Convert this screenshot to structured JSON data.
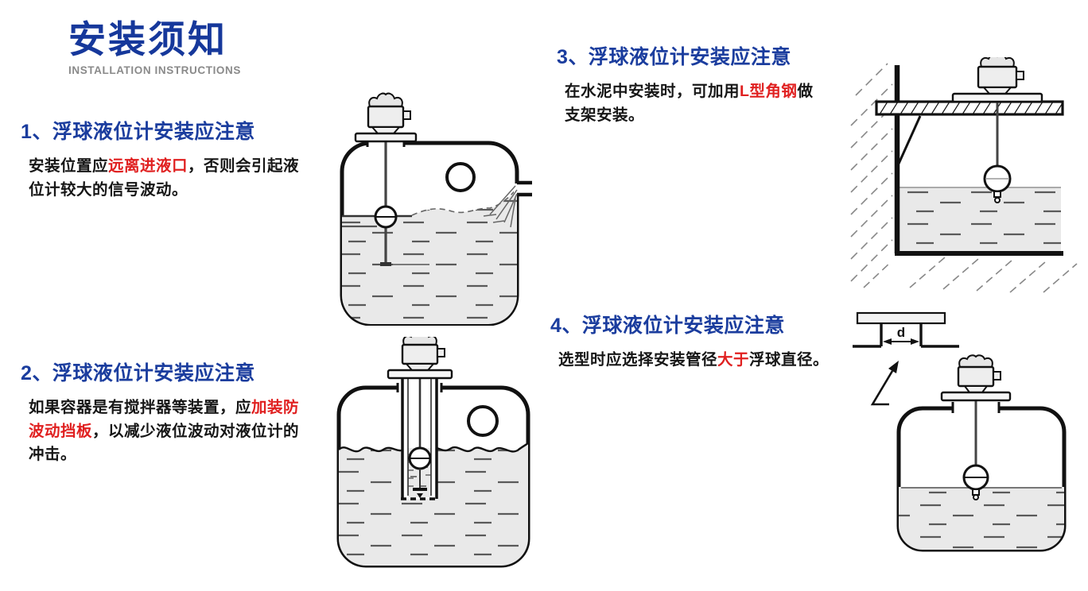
{
  "header": {
    "title": "安装须知",
    "subtitle": "INSTALLATION INSTRUCTIONS"
  },
  "colors": {
    "heading_blue": "#1b3d9e",
    "title_blue": "#16389b",
    "accent_red": "#e02020",
    "subtitle_gray": "#8a8a8a",
    "body_text": "#161616",
    "liquid_gray": "#e9e9e9",
    "line_black": "#111111"
  },
  "sections": [
    {
      "heading": "1、浮球液位计安装应注意",
      "body": [
        {
          "text": "安装位置应",
          "highlight": false
        },
        {
          "text": "远离进液口",
          "highlight": true
        },
        {
          "text": "，否则会引起液位计较大的信号波动。",
          "highlight": false
        }
      ]
    },
    {
      "heading": "2、浮球液位计安装应注意",
      "body": [
        {
          "text": "如果容器是有搅拌器等装置，应",
          "highlight": false
        },
        {
          "text": "加装防波动挡板",
          "highlight": true
        },
        {
          "text": "，以减少液位波动对液位计的冲击。",
          "highlight": false
        }
      ]
    },
    {
      "heading": "3、浮球液位计安装应注意",
      "body": [
        {
          "text": "在水泥中安装时，可加用",
          "highlight": false
        },
        {
          "text": "L型角钢",
          "highlight": true
        },
        {
          "text": "做支架安装。",
          "highlight": false
        }
      ]
    },
    {
      "heading": "4、浮球液位计安装应注意",
      "body": [
        {
          "text": "选型时应选择安装管径",
          "highlight": false
        },
        {
          "text": "大于",
          "highlight": true
        },
        {
          "text": "浮球直径。",
          "highlight": false
        }
      ]
    }
  ],
  "diagrams": {
    "tank_inlet": {
      "name": "float-gauge-tank-with-inlet-flow"
    },
    "tank_stilling_well": {
      "name": "float-gauge-with-stilling-well"
    },
    "wall_bracket": {
      "name": "float-gauge-on-l-bracket-wall-mount"
    },
    "pipe_diameter": {
      "name": "float-gauge-nozzle-diameter-detail",
      "dimension_label": "d"
    }
  }
}
